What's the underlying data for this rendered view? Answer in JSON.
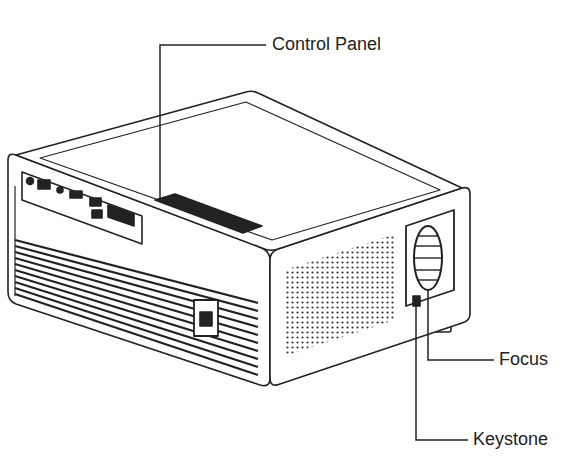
{
  "diagram": {
    "labels": [
      "Control Panel",
      "Focus",
      "Keystone"
    ]
  }
}
